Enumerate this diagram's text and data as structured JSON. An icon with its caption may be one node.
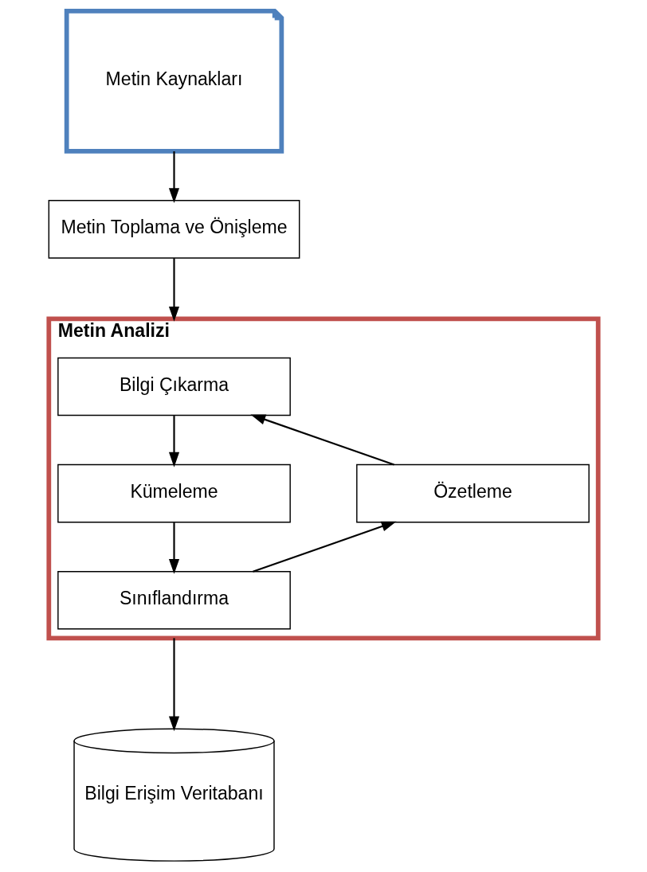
{
  "diagram": {
    "nodes": [
      {
        "text": [
          "Metin Kaynakları"
        ]
      },
      {
        "text": [
          "Metin Toplama ve Önişleme"
        ]
      },
      {
        "text": [
          "Metin Analizi"
        ]
      },
      {
        "text": [
          "Bilgi Çıkarma"
        ],
        "in": 2
      },
      {
        "text": [
          "Kümeleme"
        ],
        "in": 2
      },
      {
        "text": [
          "Sınıflandırma"
        ],
        "in": 2
      },
      {
        "text": [
          "Özetleme"
        ],
        "in": 2
      },
      {
        "text": [
          "Bilgi Erişim Veritabanı"
        ]
      }
    ],
    "edges": [
      {
        "from": 0,
        "to": 1,
        "arrow": "to"
      },
      {
        "from": 1,
        "to": 2,
        "arrow": "to"
      },
      {
        "from": 3,
        "to": 4,
        "arrow": "to"
      },
      {
        "from": 4,
        "to": 5,
        "arrow": "to"
      },
      {
        "from": 5,
        "to": 6,
        "arrow": "to"
      },
      {
        "from": 6,
        "to": 3,
        "arrow": "to"
      },
      {
        "from": 2,
        "to": 7,
        "arrow": "to"
      }
    ]
  }
}
